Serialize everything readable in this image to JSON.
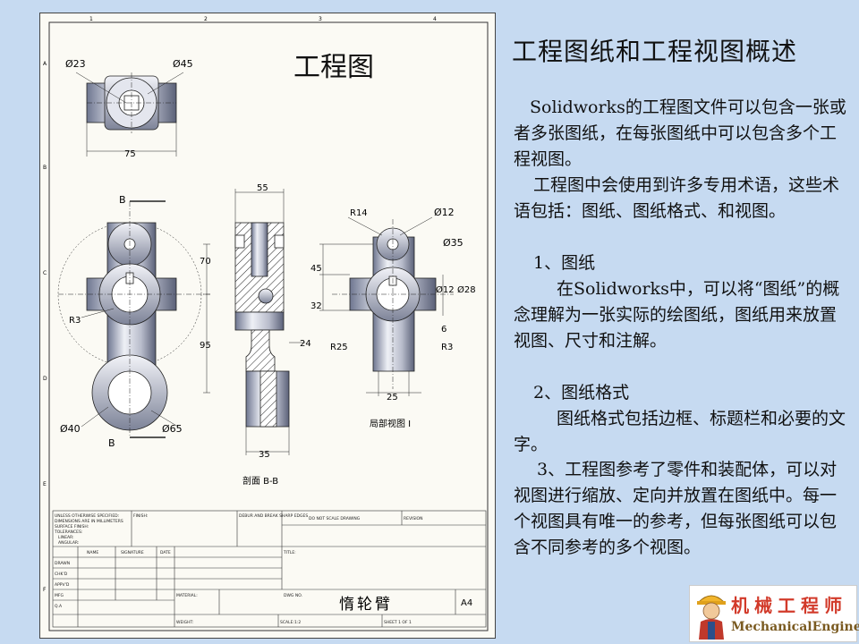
{
  "sheet": {
    "title": "工程图",
    "zone_numbers": [
      "1",
      "2",
      "3",
      "4"
    ],
    "zone_letters": [
      "A",
      "B",
      "C",
      "D",
      "E",
      "F"
    ],
    "dims": {
      "d23": "Ø23",
      "d45": "Ø45",
      "w75": "75",
      "b_mark1": "B",
      "b_mark2": "B",
      "r3": "R3",
      "d40": "Ø40",
      "d65": "Ø65",
      "h70": "70",
      "h95": "95",
      "w55": "55",
      "h45": "45",
      "h32": "32",
      "w24": "24",
      "w35": "35",
      "r14": "R14",
      "d12a": "Ø12",
      "d35": "Ø35",
      "d12b": "Ø12",
      "d28": "Ø28",
      "n6": "6",
      "r25": "R25",
      "r3b": "R3",
      "w25": "25"
    },
    "section_label": "剖面 B-B",
    "detail_label": "局部视图 I",
    "title_block": {
      "unless": "UNLESS OTHERWISE SPECIFIED:",
      "dimensions": "DIMENSIONS ARE IN MILLIMETERS",
      "surface": "SURFACE FINISH:",
      "tolerances": "TOLERANCES:",
      "linear": "LINEAR:",
      "angular": "ANGULAR:",
      "finish": "FINISH:",
      "deburr": "DEBUR AND BREAK SHARP EDGES",
      "no_scale": "DO NOT SCALE DRAWING",
      "revision": "REVISION",
      "name_hdr": "NAME",
      "sig_hdr": "SIGNATURE",
      "date_hdr": "DATE",
      "drawn": "DRAWN",
      "chkd": "CHK'D",
      "appvd": "APPV'D",
      "mfg": "MFG",
      "qa": "Q.A",
      "material": "MATERIAL:",
      "weight": "WEIGHT:",
      "title_lbl": "TITLE:",
      "dwg_no": "DWG NO.",
      "part_name": "惰轮臂",
      "size": "A4",
      "scale": "SCALE:1:2",
      "sheet_no": "SHEET 1 OF 1"
    }
  },
  "text": {
    "heading": "工程图纸和工程视图概述",
    "p1": "Solidworks的工程图文件可以包含一张或者多张图纸，在每张图纸中可以包含多个工程视图。",
    "p2": "工程图中会使用到许多专用术语，这些术语包括：图纸、图纸格式、和视图。",
    "p3": "1、图纸",
    "p4": "在Solidworks中，可以将“图纸”的概念理解为一张实际的绘图纸，图纸用来放置视图、尺寸和注解。",
    "p5": "2、图纸格式",
    "p6": "图纸格式包括边框、标题栏和必要的文字。",
    "p7": "3、工程图参考了零件和装配体，可以对视图进行缩放、定向并放置在图纸中。每一个视图具有唯一的参考，但每张图纸可以包含不同参考的多个视图。"
  },
  "logo": {
    "cn": "机械工程师",
    "en": "MechanicalEngineers"
  },
  "colors": {
    "background": "#c6daf1",
    "sheet": "#fbfaf4",
    "logo_red": "#d23a2a"
  }
}
